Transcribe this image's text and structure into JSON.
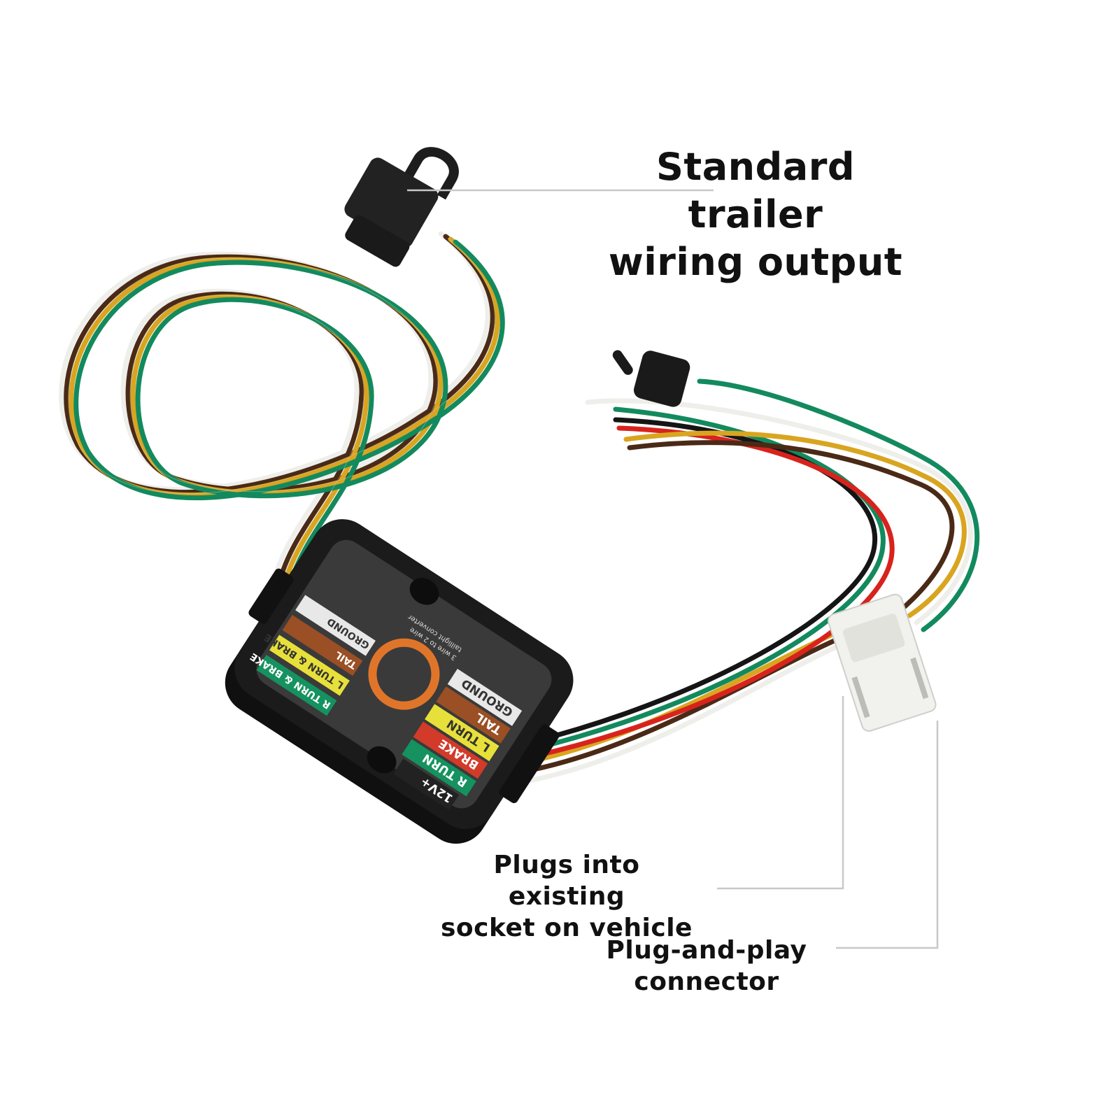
{
  "callouts": {
    "trailer_output": {
      "line1": "Standard trailer",
      "line2": "wiring output"
    },
    "vehicle_socket": {
      "line1": "Plugs into existing",
      "line2": "socket on vehicle"
    },
    "plug_and_play": {
      "line1": "Plug-and-play",
      "line2": "connector"
    }
  },
  "module_labels": {
    "left_side": [
      "R TURN & BRAKE",
      "L TURN & BRAKE",
      "TAIL",
      "GROUND"
    ],
    "right_side": [
      "12V+",
      "R TURN",
      "BRAKE",
      "L TURN",
      "TAIL",
      "GROUND"
    ],
    "caption_line1": "3 wire to 2 wire",
    "caption_line2": "taillight converter"
  },
  "colors": {
    "white": "#eeeeea",
    "brown": "#4a2a16",
    "yellow": "#d9a520",
    "green": "#138a5e",
    "red": "#d8231d",
    "black": "#151515",
    "logo": "#e0752a",
    "callout_line": "#c8c8c8"
  }
}
